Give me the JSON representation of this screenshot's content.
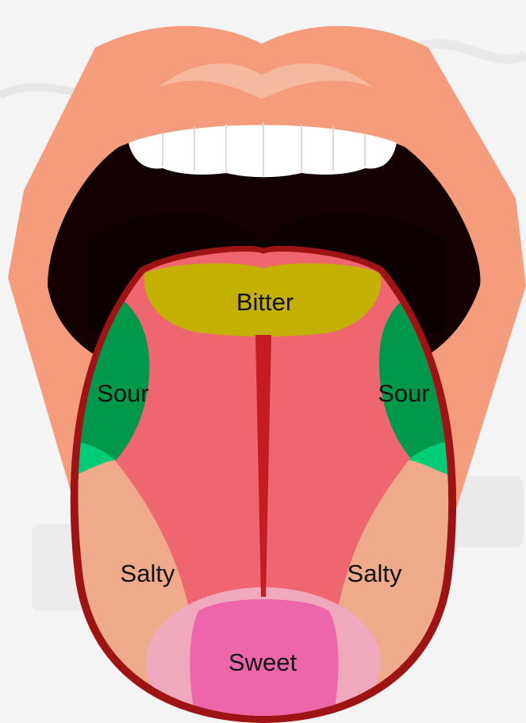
{
  "regions": {
    "bitter": {
      "label": "Bitter",
      "color": "#c4b000"
    },
    "sour": {
      "label": "Sour",
      "color": "#00994c",
      "highlight": "#00cc77"
    },
    "salty": {
      "label": "Salty",
      "color": "#efaa8c"
    },
    "sweet": {
      "label": "Sweet",
      "color": "#ee66aa",
      "highlight": "#f0a8bc"
    }
  },
  "labels": [
    {
      "name": "bitter-label",
      "region": "bitter"
    },
    {
      "name": "sour-label-left",
      "region": "sour"
    },
    {
      "name": "sour-label-right",
      "region": "sour"
    },
    {
      "name": "salty-label-left",
      "region": "salty"
    },
    {
      "name": "salty-label-right",
      "region": "salty"
    },
    {
      "name": "sweet-label",
      "region": "sweet"
    }
  ],
  "colors": {
    "lips": "#f49c7c",
    "lip_highlight": "#f7b8a0",
    "mouth_interior": "#140000",
    "teeth": "#ffffff",
    "tongue": "#ee6670",
    "tongue_outline": "#9e1414",
    "midline": "#c41c22",
    "background": "#f4f4f4"
  }
}
